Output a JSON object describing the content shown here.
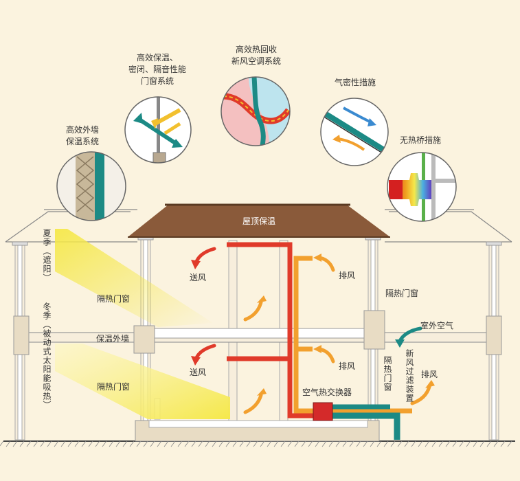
{
  "features": {
    "wall_insulation": [
      "高效外墙",
      "保温系统"
    ],
    "windows": [
      "高效保温、",
      "密闭、隔音性能",
      "门窗系统"
    ],
    "heat_recovery": [
      "高效热回收",
      "新风空调系统"
    ],
    "airtight": "气密性措施",
    "no_thermal_bridge": "无热桥措施"
  },
  "house": {
    "roof": "屋顶保温",
    "supply_air_top": "送风",
    "supply_air_bottom": "送风",
    "exhaust_top": "排风",
    "exhaust_bottom": "排风",
    "insulated_window_top": "隔热门窗",
    "insulated_window_bottom": "隔热门窗",
    "insulated_window_right": "隔热门窗",
    "wall_insulation": "保温外墙",
    "outdoor_air": "室外空气",
    "heat_exchanger": "空气热交换器",
    "right_window_vertical": "隔热门窗",
    "filter_device": "新风过滤装置",
    "exhaust_out": "排风",
    "summer": "夏季（遮阳）",
    "winter": "冬季（被动式太阳能吸热）"
  },
  "colors": {
    "background": "#fbf3df",
    "roof": "#8a5a3a",
    "supply_red": "#e03a2a",
    "exhaust_orange": "#f2a02e",
    "fresh_teal": "#1c8a85",
    "sun_yellow": "#f5e84a"
  }
}
